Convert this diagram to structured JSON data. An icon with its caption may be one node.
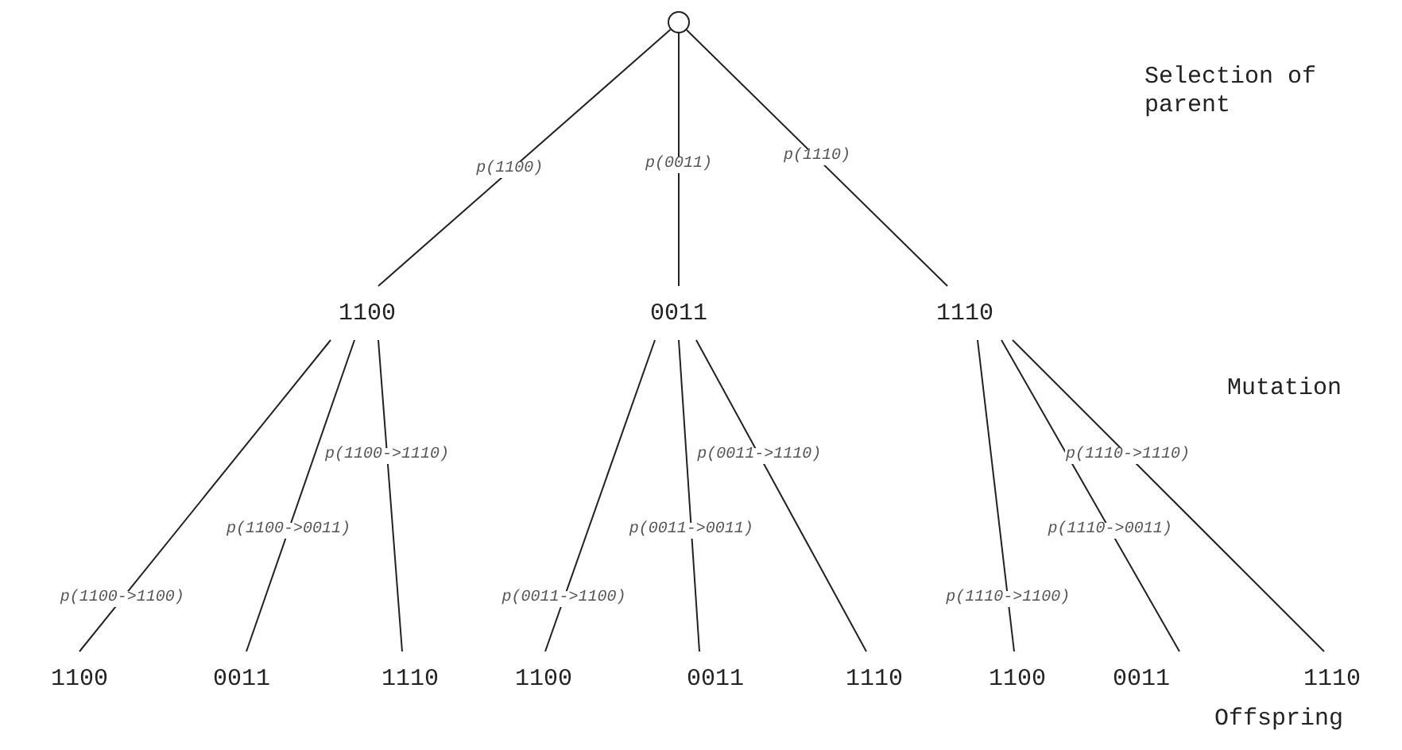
{
  "diagram": {
    "nodes": [
      {
        "text": [],
        "shape": "circle"
      },
      {
        "text": [
          "1100"
        ]
      },
      {
        "text": [
          "0011"
        ]
      },
      {
        "text": [
          "1110"
        ]
      },
      {
        "text": [
          "1100"
        ]
      },
      {
        "text": [
          "0011"
        ]
      },
      {
        "text": [
          "1110"
        ]
      },
      {
        "text": [
          "1100"
        ]
      },
      {
        "text": [
          "0011"
        ]
      },
      {
        "text": [
          "1110"
        ]
      },
      {
        "text": [
          "1100"
        ]
      },
      {
        "text": [
          "0011"
        ]
      },
      {
        "text": [
          "1110"
        ]
      }
    ],
    "edges": [
      {
        "from": 0,
        "to": 1,
        "arrow": "none",
        "label": "p(1100)"
      },
      {
        "from": 0,
        "to": 2,
        "arrow": "none",
        "label": "p(0011)"
      },
      {
        "from": 0,
        "to": 3,
        "arrow": "none",
        "label": "p(1110)"
      },
      {
        "from": 1,
        "to": 4,
        "arrow": "none",
        "label": "p(1100->1100)"
      },
      {
        "from": 1,
        "to": 5,
        "arrow": "none",
        "label": "p(1100->0011)"
      },
      {
        "from": 1,
        "to": 6,
        "arrow": "none",
        "label": "p(1100->1110)"
      },
      {
        "from": 2,
        "to": 7,
        "arrow": "none",
        "label": "p(0011->1100)"
      },
      {
        "from": 2,
        "to": 8,
        "arrow": "none",
        "label": "p(0011->0011)"
      },
      {
        "from": 2,
        "to": 9,
        "arrow": "none",
        "label": "p(0011->1110)"
      },
      {
        "from": 3,
        "to": 10,
        "arrow": "none",
        "label": "p(1110->1100)"
      },
      {
        "from": 3,
        "to": 11,
        "arrow": "none",
        "label": "p(1110->0011)"
      },
      {
        "from": 3,
        "to": 12,
        "arrow": "none",
        "label": "p(1110->1110)"
      }
    ],
    "labels": [
      "Selection of parent",
      "Mutation",
      "Offspring"
    ]
  }
}
